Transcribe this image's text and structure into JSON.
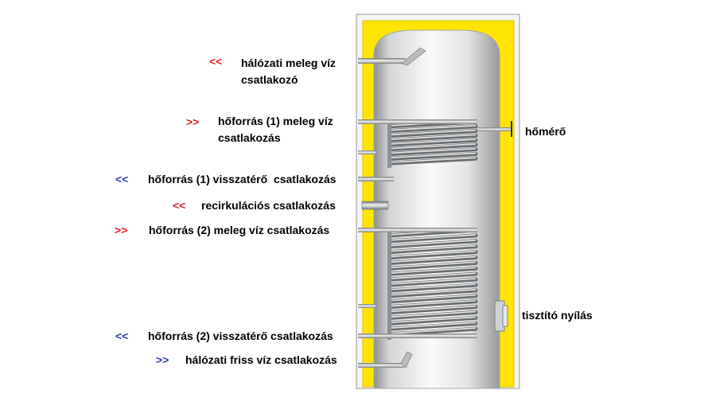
{
  "colors": {
    "insulation": "#FFE500",
    "insulation_outline": "#C8B000",
    "tank_light": "#F7F7F7",
    "tank_dark": "#9EA0A2",
    "coil": "#9FA3A6",
    "arrow_hot": "#E8202A",
    "arrow_cold": "#2E3EA8"
  },
  "labels": {
    "hot_mains": {
      "arrow": "<<",
      "arrow_color": "hot",
      "line1": "hálózati meleg víz",
      "line2": "csatlakozó"
    },
    "source1_hot": {
      "arrow": ">>",
      "arrow_color": "hot",
      "line1": "hőforrás (1) meleg víz",
      "line2": "csatlakozás"
    },
    "source1_return": {
      "arrow": "<<",
      "arrow_color": "cold",
      "text": "hőforrás (1) visszatérő  csatlakozás"
    },
    "recirculation": {
      "arrow": "<<",
      "arrow_color": "hot",
      "text": "recirkulációs csatlakozás"
    },
    "source2_hot": {
      "arrow": ">>",
      "arrow_color": "hot",
      "text": "hőforrás (2) meleg víz csatlakozás"
    },
    "source2_return": {
      "arrow": "<<",
      "arrow_color": "cold",
      "text": "hőforrás (2) visszatérő csatlakozás"
    },
    "cold_mains": {
      "arrow": ">>",
      "arrow_color": "cold",
      "text": "hálózati friss víz csatlakozás"
    },
    "thermometer": {
      "text": "hőmérő"
    },
    "cleaning_opening": {
      "text": "tisztító nyílás"
    }
  }
}
